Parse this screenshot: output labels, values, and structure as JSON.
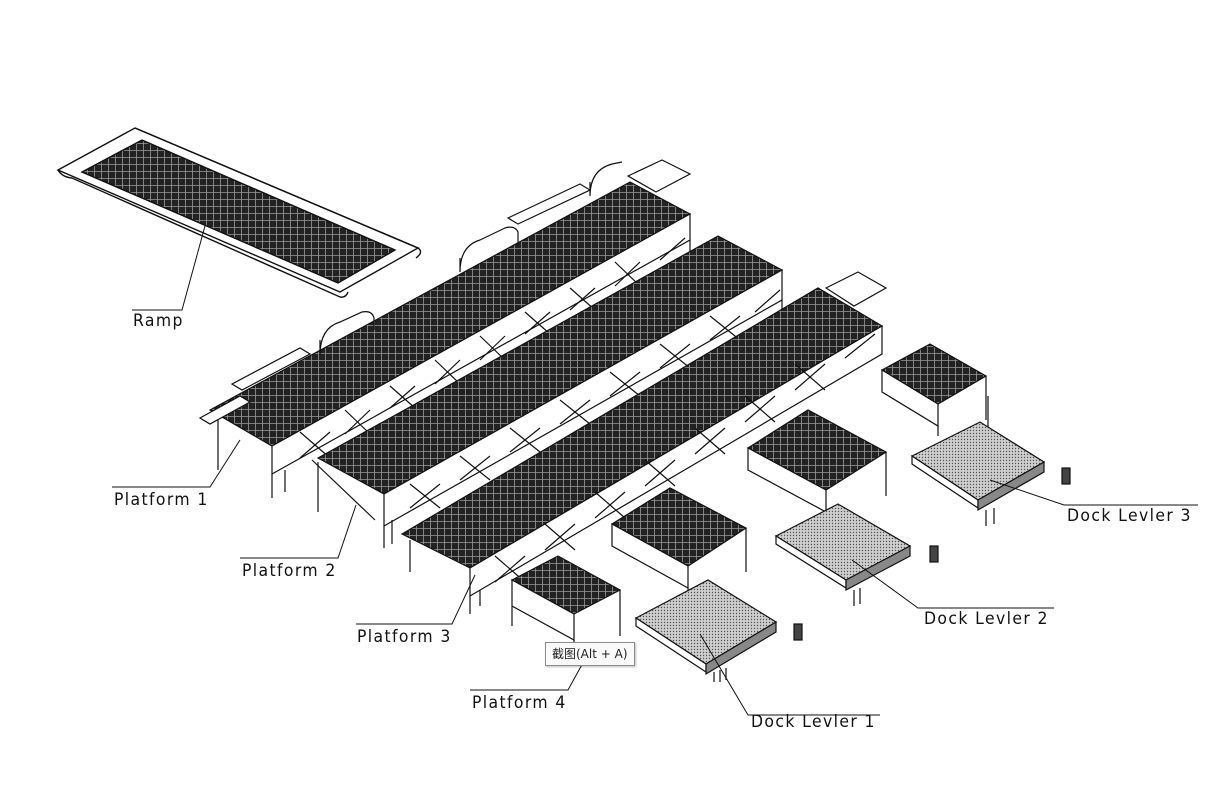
{
  "labels": {
    "ramp": "Ramp",
    "platform_1": "Platform 1",
    "platform_2": "Platform 2",
    "platform_3": "Platform 3",
    "platform_4": "Platform 4",
    "dock_leveler_1": "Dock Levler 1",
    "dock_leveler_2": "Dock Levler 2",
    "dock_leveler_3": "Dock Levler 3"
  },
  "tooltip": {
    "text": "截图(Alt + A)"
  },
  "colors": {
    "ink": "#111111",
    "mesh": "#1a1a1a",
    "plate": "#bdbdbd"
  }
}
